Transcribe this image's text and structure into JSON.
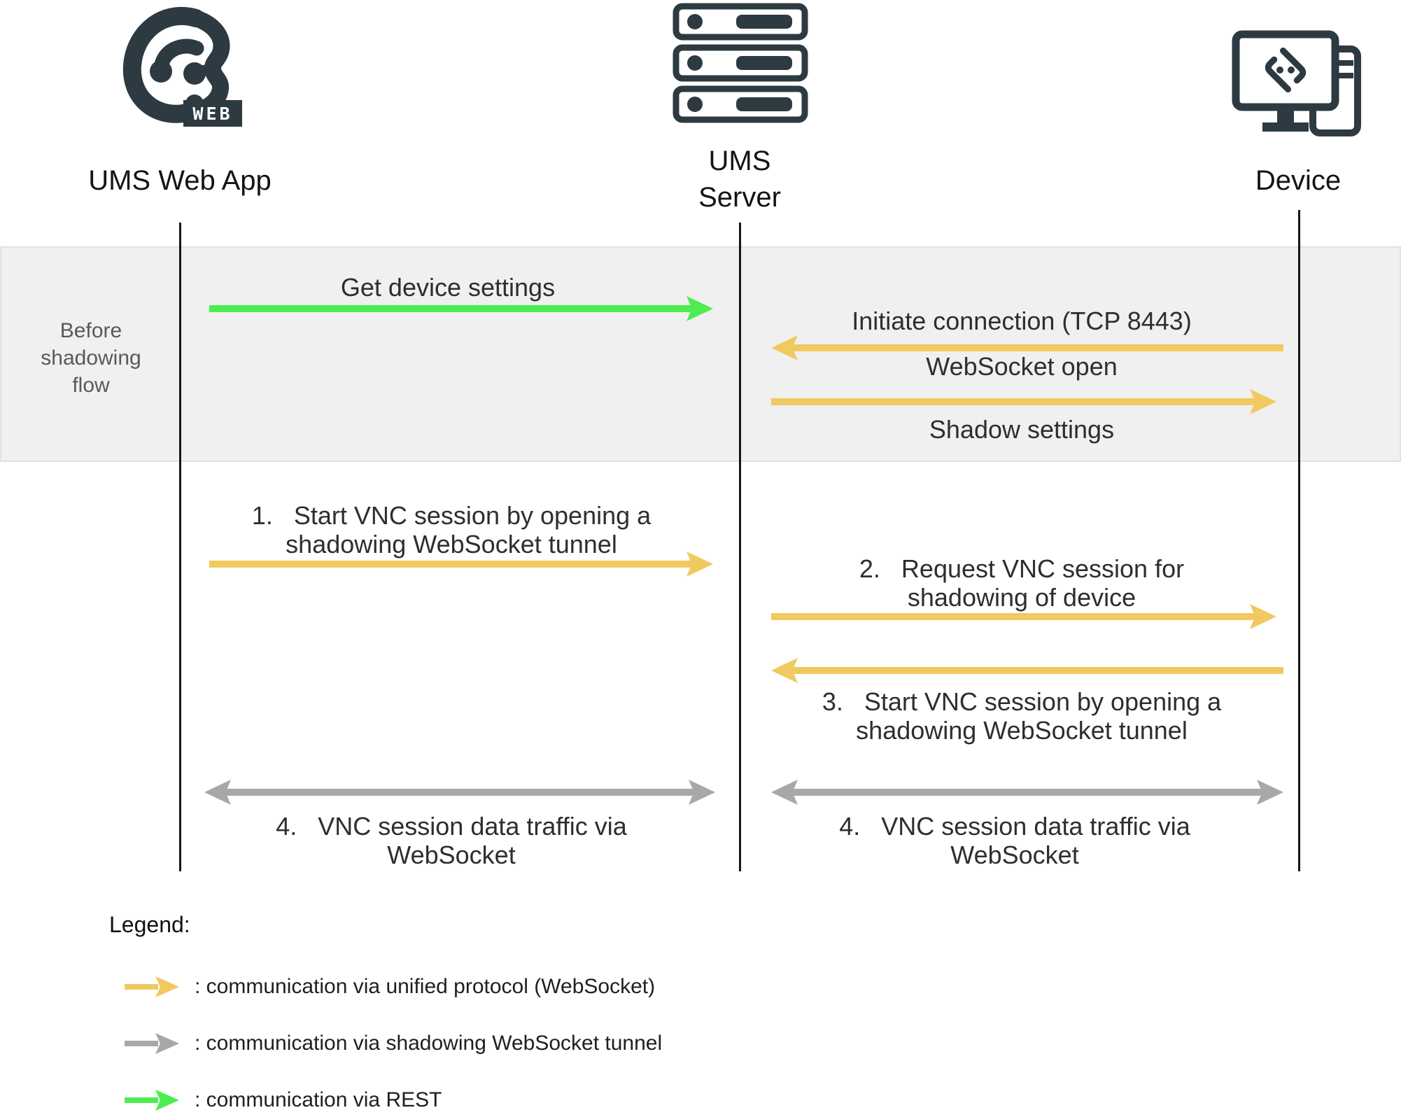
{
  "colors": {
    "accent_green": "#4ded52",
    "accent_yellow": "#f0c95f",
    "accent_gray": "#a8a8a8",
    "icon_dark": "#2d3a42",
    "band_bg": "#f0f0f0",
    "band_text": "#595959"
  },
  "actors": [
    {
      "id": "web",
      "label": "UMS Web App",
      "icon": "ums-web-app-logo",
      "badge": "WEB"
    },
    {
      "id": "server",
      "label": "UMS\nServer",
      "icon": "server-rack-icon"
    },
    {
      "id": "device",
      "label": "Device",
      "icon": "device-monitor-icon"
    }
  ],
  "band": {
    "label": "Before\nshadowing\nflow"
  },
  "messages": [
    {
      "id": "m1",
      "text": "Get device settings",
      "type": "rest",
      "from": "web",
      "to": "server"
    },
    {
      "id": "m2",
      "text": "Initiate connection (TCP 8443)",
      "type": "unified",
      "from": "device",
      "to": "server"
    },
    {
      "id": "m3",
      "text": "WebSocket open",
      "type": "unified",
      "from": "server",
      "to": "device"
    },
    {
      "id": "m4",
      "text": "Shadow settings",
      "type": "unified",
      "from": "server",
      "to": "device"
    },
    {
      "id": "m5",
      "text": "1.   Start VNC session by opening a\nshadowing WebSocket tunnel",
      "type": "unified",
      "from": "web",
      "to": "server"
    },
    {
      "id": "m6",
      "text": "2.   Request VNC session for\nshadowing of device",
      "type": "unified",
      "from": "server",
      "to": "device"
    },
    {
      "id": "m7",
      "text": "3.   Start VNC session by opening a\nshadowing WebSocket tunnel",
      "type": "unified",
      "from": "device",
      "to": "server"
    },
    {
      "id": "m8",
      "text": "4.   VNC session data traffic via\nWebSocket",
      "type": "tunnel",
      "from": "web",
      "to": "server"
    },
    {
      "id": "m9",
      "text": "4.   VNC session data traffic via\nWebSocket",
      "type": "tunnel",
      "from": "server",
      "to": "device"
    }
  ],
  "legend": {
    "title": "Legend:",
    "items": [
      {
        "arrow": "yellow",
        "text": ": communication via unified protocol (WebSocket)"
      },
      {
        "arrow": "gray",
        "text": ": communication via shadowing WebSocket tunnel"
      },
      {
        "arrow": "green",
        "text": ": communication via REST"
      }
    ]
  }
}
